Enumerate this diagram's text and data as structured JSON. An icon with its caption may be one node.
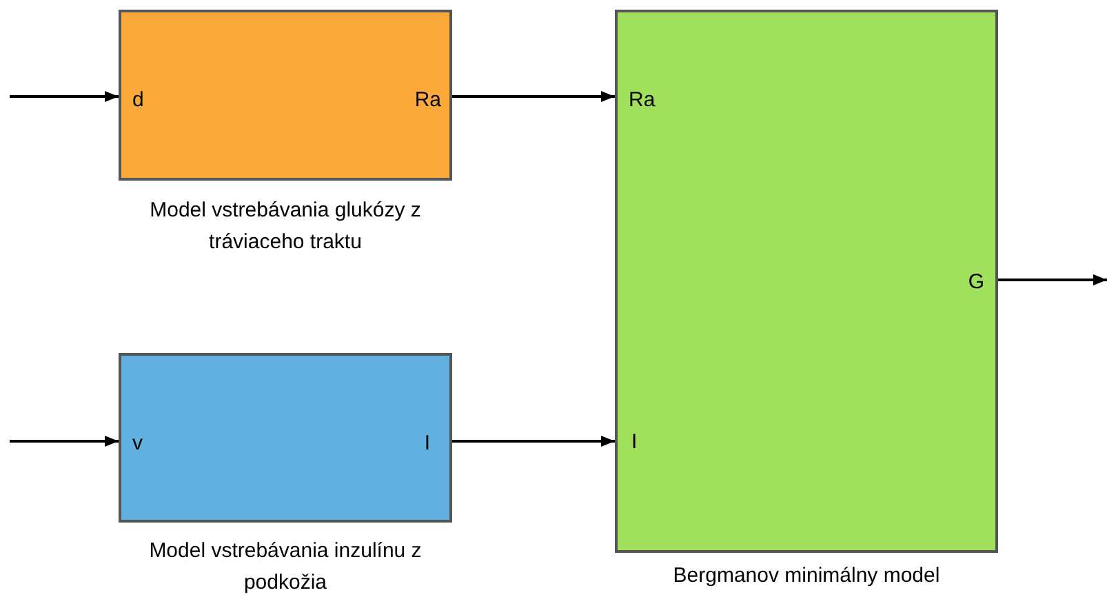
{
  "diagram": {
    "nodes": [
      {
        "text": [
          "d",
          "Ra"
        ],
        "beside": [
          "Model vstrebávania glukózy z tráviaceho traktu"
        ]
      },
      {
        "text": [
          "v",
          "I"
        ],
        "beside": [
          "Model vstrebávania inzulínu z podkožia"
        ]
      },
      {
        "text": [
          "Ra",
          "I",
          "G"
        ],
        "beside": [
          "Bergmanov minimálny model"
        ]
      }
    ],
    "edges": [
      {
        "from": null,
        "to": 0,
        "arrow": "to"
      },
      {
        "from": 0,
        "to": 2,
        "arrow": "to"
      },
      {
        "from": null,
        "to": 1,
        "arrow": "to"
      },
      {
        "from": 1,
        "to": 2,
        "arrow": "to"
      },
      {
        "from": 2,
        "to": null,
        "arrow": "to"
      }
    ]
  }
}
